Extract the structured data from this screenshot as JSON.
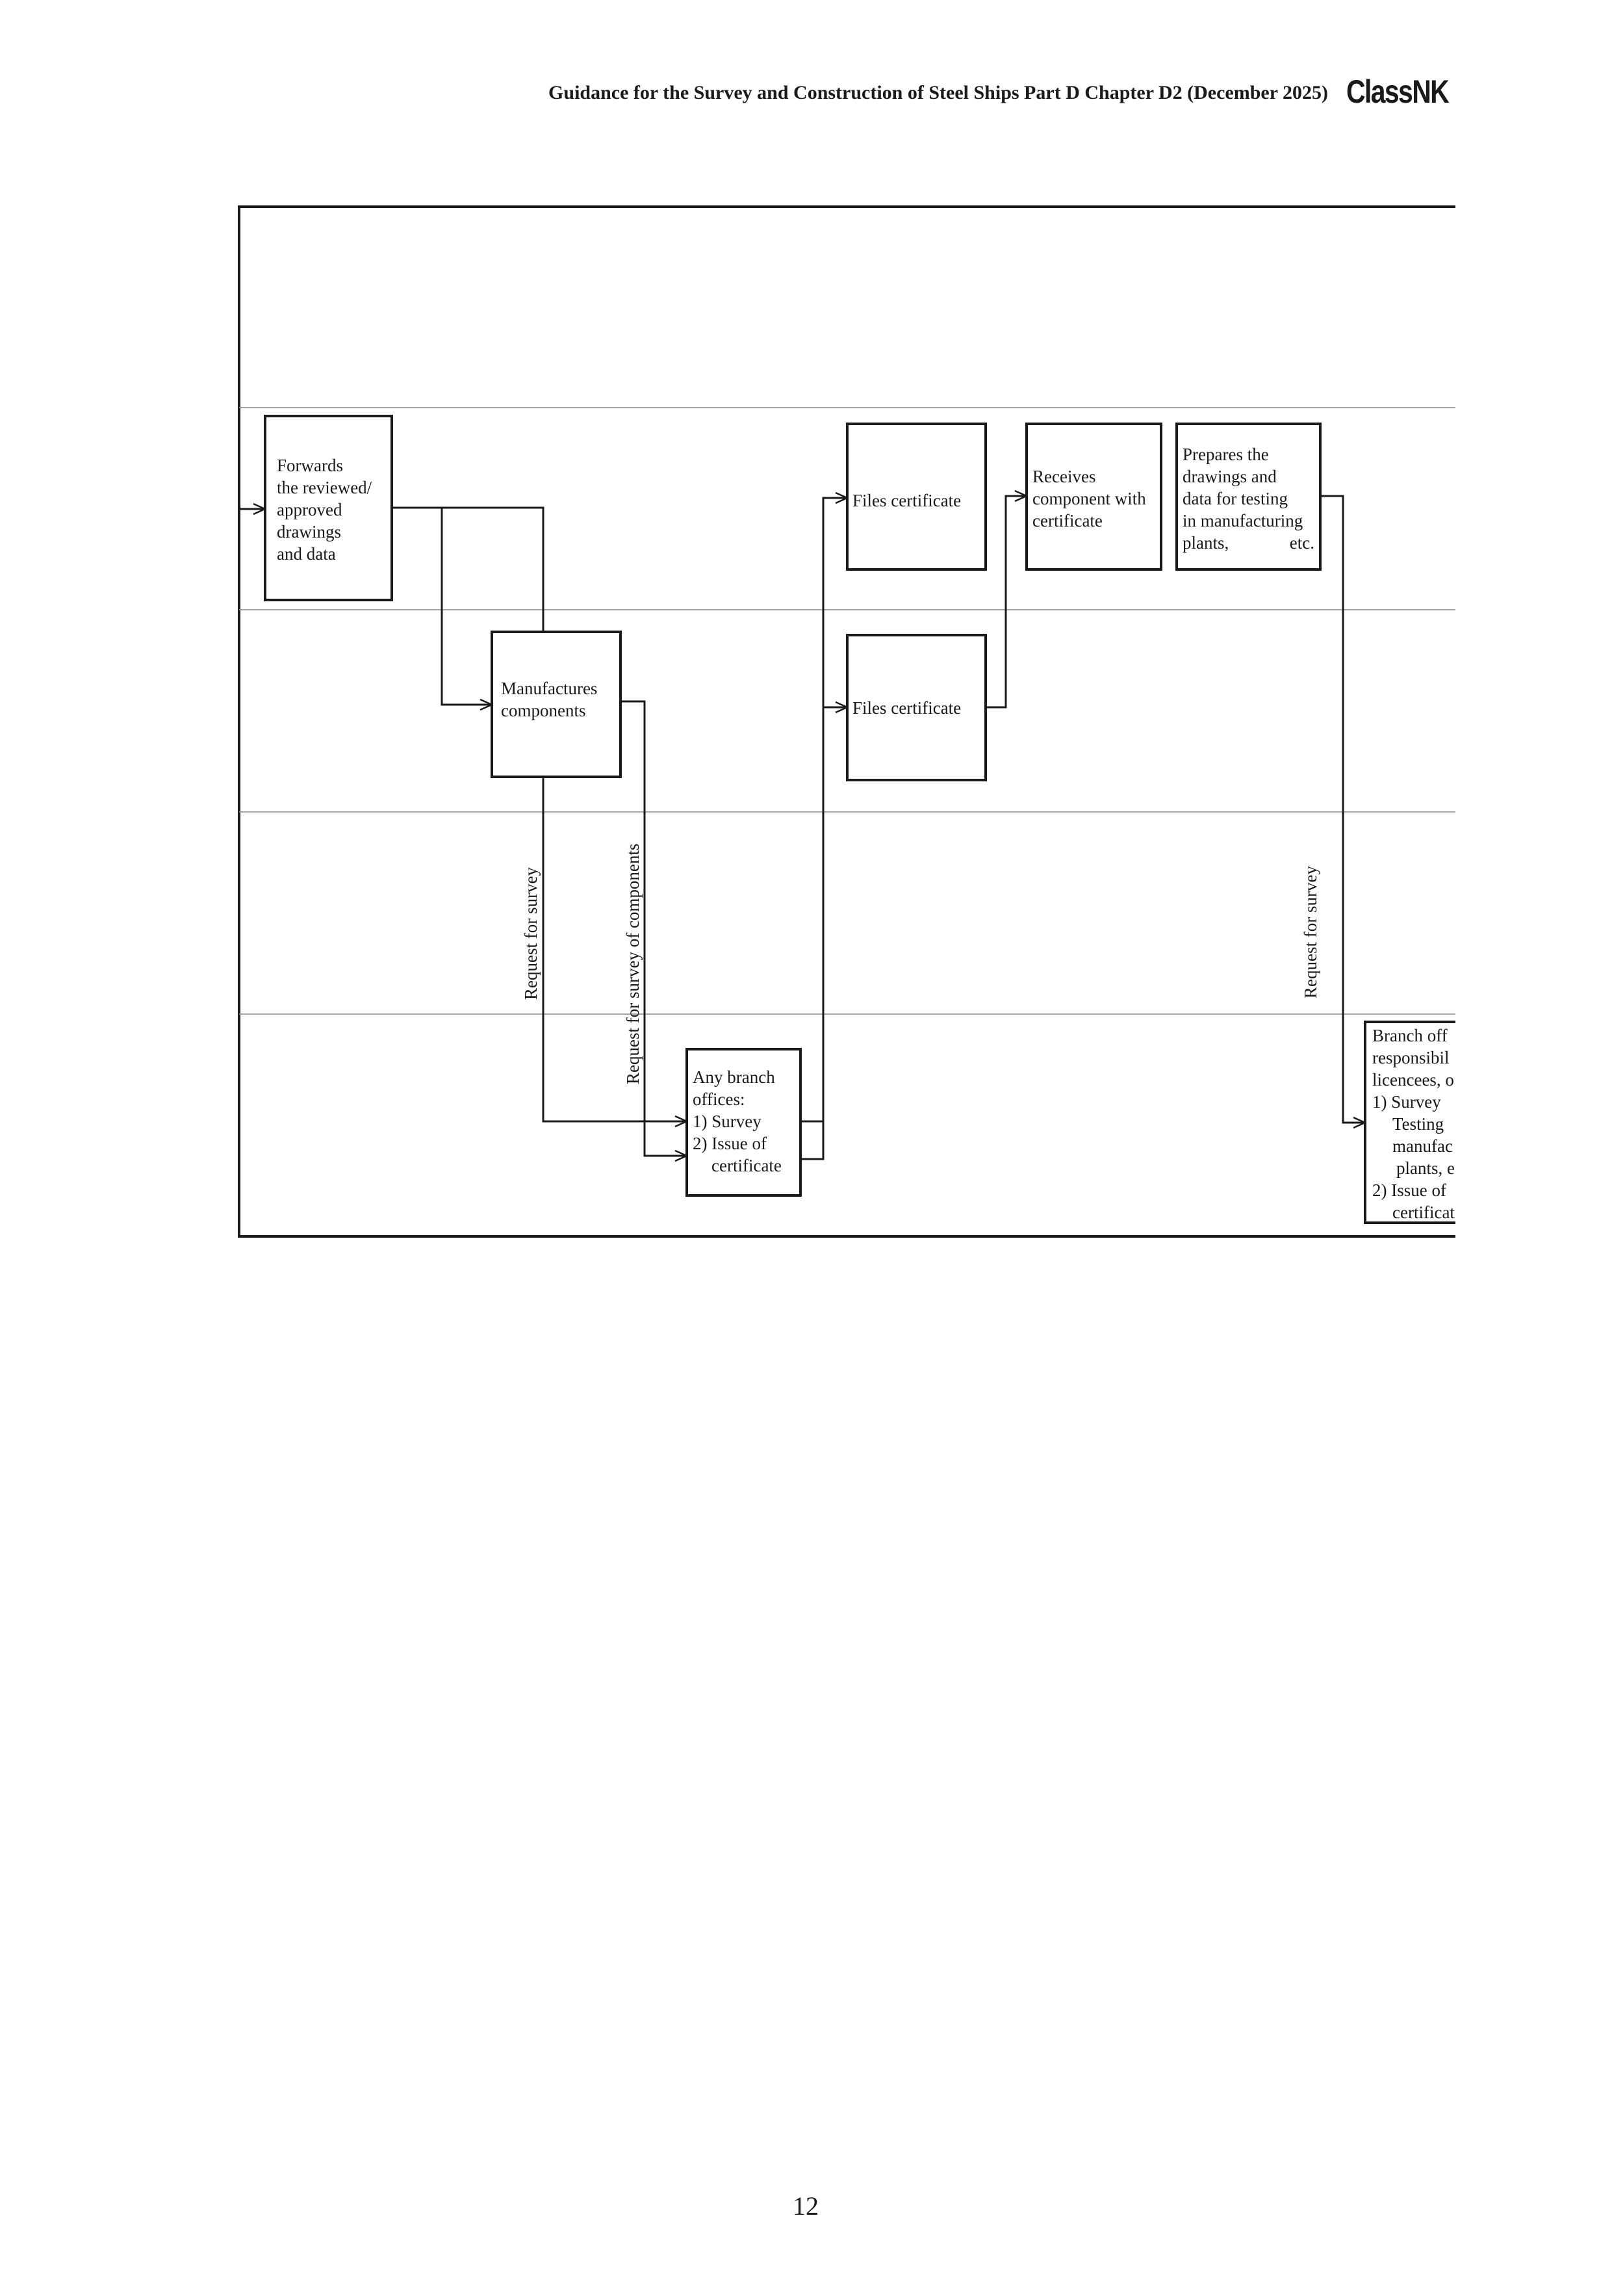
{
  "header": {
    "title": "Guidance for the Survey and Construction of Steel Ships Part D Chapter D2 (December 2025)",
    "logo_text": "ClassNK"
  },
  "flowchart": {
    "boxes": {
      "forwards": [
        "Forwards",
        "the reviewed/",
        "approved",
        "drawings",
        "and data"
      ],
      "files_cert_top": [
        "Files certificate"
      ],
      "receives": [
        "Receives",
        "component with",
        "certificate"
      ],
      "prepares": [
        "Prepares the",
        "drawings and",
        "data for testing",
        "in manufacturing",
        "plants,",
        "etc."
      ],
      "manufactures": [
        "Manufactures",
        "components"
      ],
      "files_cert_mid": [
        "Files certificate"
      ],
      "any_branch": [
        "Any branch",
        "offices:",
        "1) Survey",
        "2) Issue of",
        "certificate"
      ],
      "branch_off": [
        "Branch off",
        "responsibil",
        "licencees, o",
        "1) Survey",
        "Testing",
        "manufac",
        "plants, e",
        "2) Issue of",
        "certificat"
      ]
    },
    "labels": {
      "request_survey_1": "Request for survey",
      "request_components": "Request for survey of components",
      "request_survey_2": "Request for survey"
    }
  },
  "page": {
    "number": "12"
  }
}
